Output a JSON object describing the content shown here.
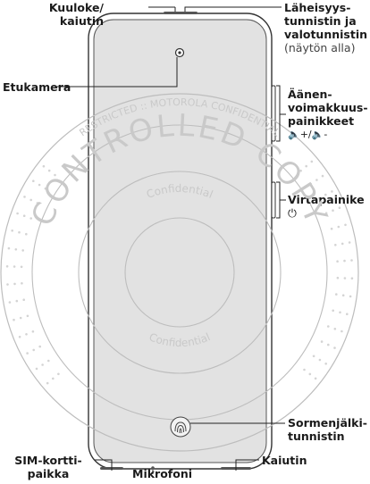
{
  "labels": {
    "earpiece": [
      "Kuuloke/",
      "kaiutin"
    ],
    "front_camera": "Etukamera",
    "proximity": [
      "Läheisyys-",
      "tunnistin ja",
      "valotunnistin"
    ],
    "proximity_note": "(näytön alla)",
    "volume": [
      "Äänen-",
      "voimakkuus-",
      "painikkeet"
    ],
    "volume_symbols": "🔈+/🔈-",
    "power": "Virtapainike",
    "power_symbol": "⏻",
    "fingerprint": [
      "Sormenjälki-",
      "tunnistin"
    ],
    "sim": [
      "SIM-kortti-",
      "paikka"
    ],
    "microphone": "Mikrofoni",
    "speaker": "Kaiutin"
  },
  "watermark": {
    "big_word": "CONTROLLED COPY",
    "ring_text": "Confidential",
    "outer_text": "RESTRICTED :: MOTOROLA CONFIDENTIAL"
  },
  "colors": {
    "outline": "#333333",
    "screen_fill": "#e2e2e2",
    "watermark": "#c9c9c9"
  }
}
